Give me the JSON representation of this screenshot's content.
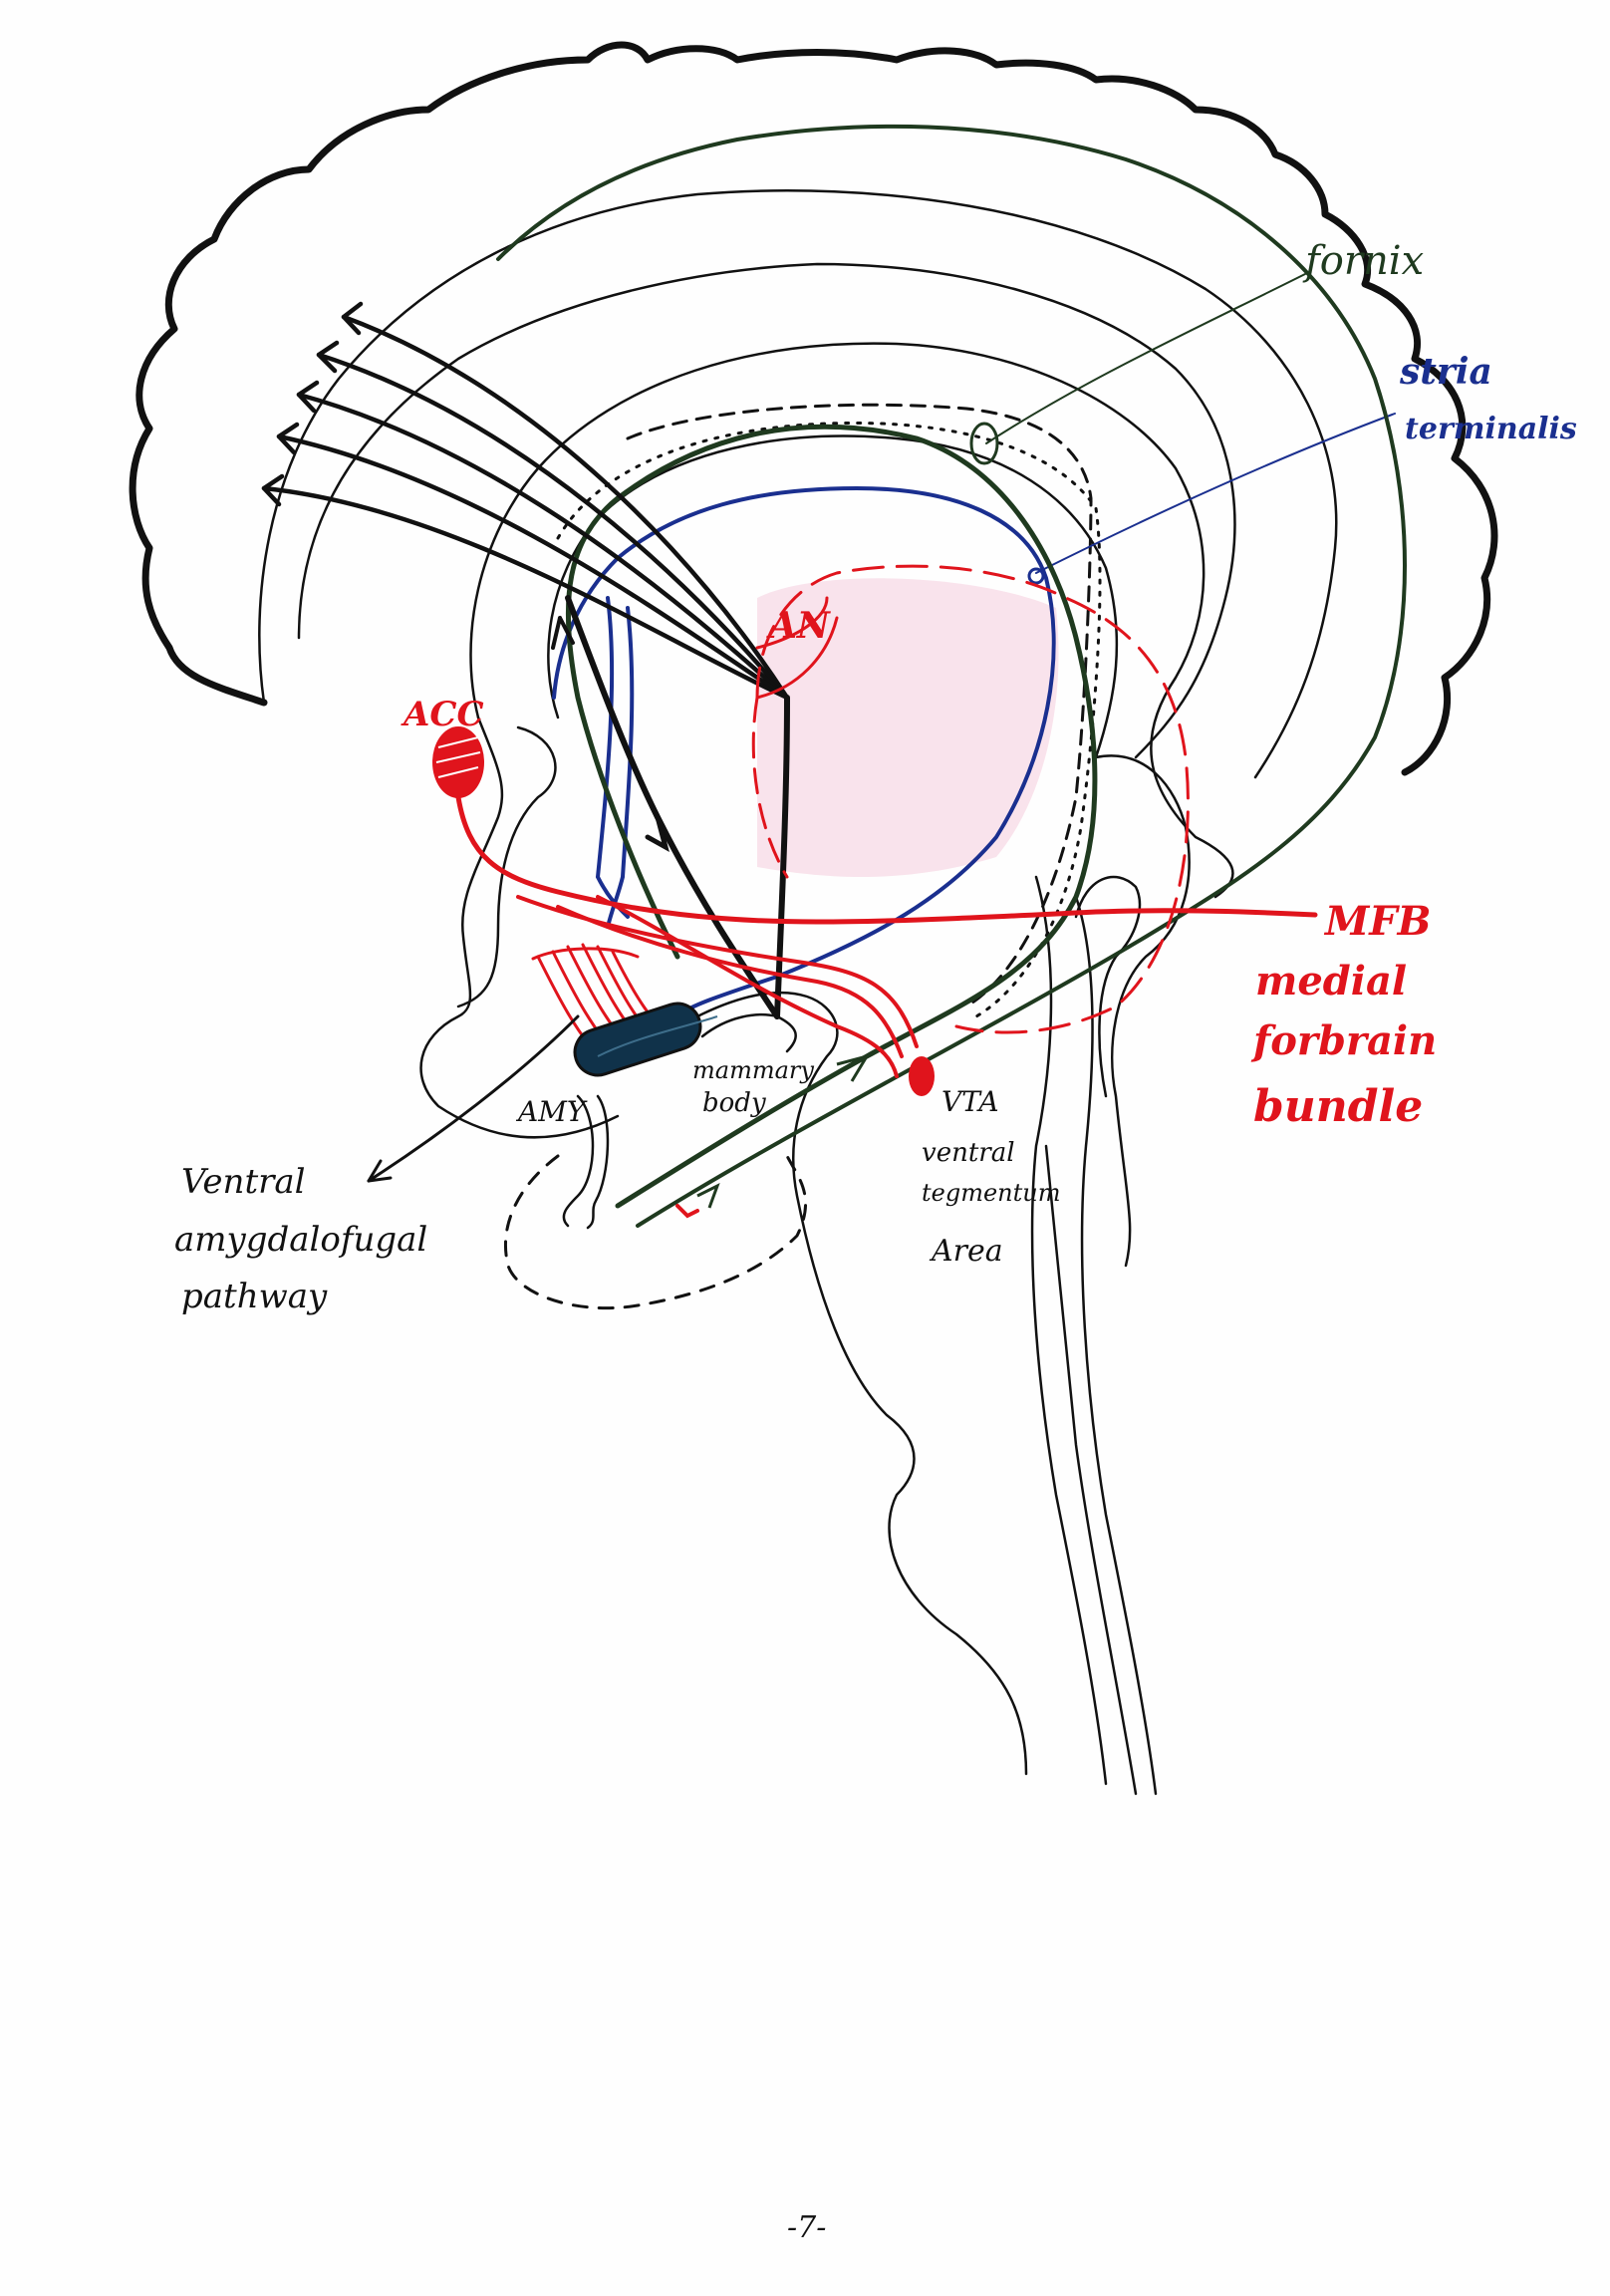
{
  "labels": {
    "fornix": "fornix",
    "stria_terminalis_1": "stria",
    "stria_terminalis_2": "terminalis",
    "acc": "ACC",
    "an": "AN",
    "mfb": "MFB",
    "mfb_full_1": "medial",
    "mfb_full_2": "forbrain",
    "mfb_full_3": "bundle",
    "amy": "AMY",
    "mammary_1": "mammary",
    "mammary_2": "body",
    "vta": "VTA",
    "vta_full_1": "ventral",
    "vta_full_2": "tegmentum",
    "vta_full_3": "Area",
    "vap_1": "Ventral",
    "vap_2": "amygdalofugal",
    "vap_3": "pathway",
    "page_number": "-7-"
  },
  "colors": {
    "ink": "#111111",
    "red": "#e0141c",
    "blue": "#1a2f8f",
    "green": "#1f3a1f",
    "pink": "#f3c6d8",
    "amy_fill": "#10324a"
  }
}
